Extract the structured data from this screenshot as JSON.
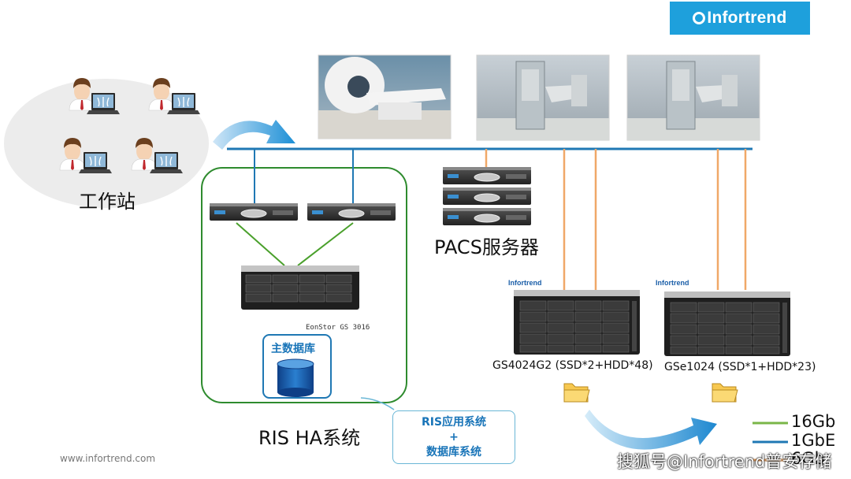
{
  "brand": {
    "logo_text": "Infortrend",
    "mini_logo": "Infortrend",
    "color": "#1ea0dc"
  },
  "labels": {
    "workstation": "工作站",
    "pacs_server": "PACS服务器",
    "ris_ha": "RIS HA系统",
    "eonstor": "EonStor GS 3016",
    "main_db": "主数据库",
    "storage1_model": "GS4024G2 (SSD*2+HDD*48)",
    "storage2_model": "GSe1024 (SSD*1+HDD*23)"
  },
  "callout": {
    "line1": "RIS应用系统",
    "line2": "+",
    "line3": "数据库系统"
  },
  "legend": [
    {
      "label": "16Gb",
      "color": "#7ab648"
    },
    {
      "label": "1GbE",
      "color": "#1f78b4"
    },
    {
      "label": "6Gb",
      "color": "#f0a868"
    }
  ],
  "footer": {
    "url": "www.infortrend.com",
    "watermark": "搜狐号@Infortrend普安存储"
  },
  "icons": [
    "user-icon",
    "x-ray-monitor-icon",
    "ct-scanner-photo",
    "dr-xray-photo",
    "server-icon",
    "storage-array-icon",
    "database-icon",
    "folder-icon",
    "arrow-icon"
  ],
  "colors": {
    "network_line": "#1f78b4",
    "ha_box": "#2e8b2e",
    "sas_line": "#f0a868",
    "link_green": "#4aa02c",
    "text_blue": "#1874b8"
  }
}
